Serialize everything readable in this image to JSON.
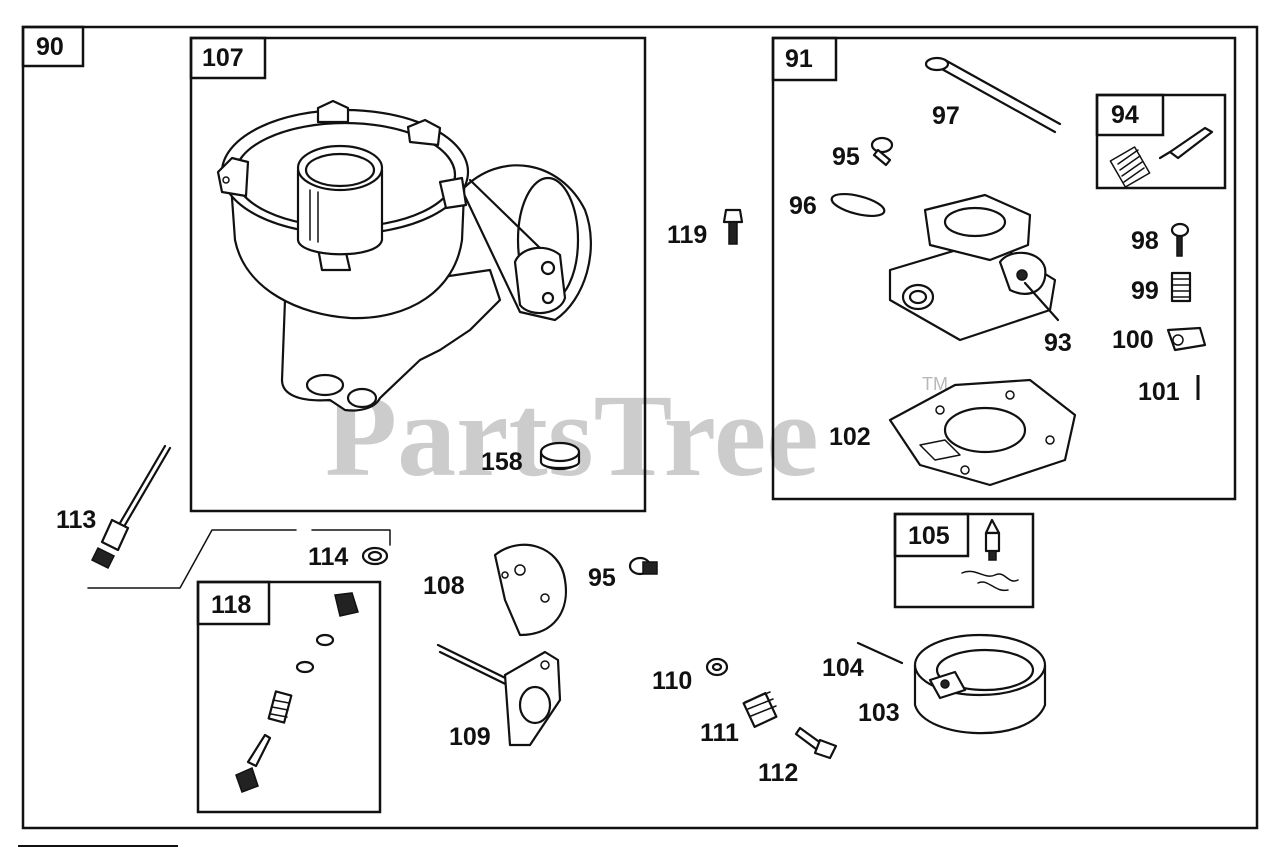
{
  "diagram": {
    "watermark": "PartsTree",
    "watermark_mark": "TM",
    "boxes": {
      "b90": "90",
      "b107": "107",
      "b91": "91",
      "b94": "94",
      "b118": "118",
      "b105": "105"
    },
    "labels": {
      "l158": "158",
      "l119": "119",
      "l95a": "95",
      "l96": "96",
      "l97": "97",
      "l98": "98",
      "l99": "99",
      "l93": "93",
      "l100": "100",
      "l101": "101",
      "l102": "102",
      "l113": "113",
      "l114": "114",
      "l108": "108",
      "l95b": "95",
      "l109": "109",
      "l110": "110",
      "l111": "111",
      "l112": "112",
      "l104": "104",
      "l103": "103"
    }
  }
}
